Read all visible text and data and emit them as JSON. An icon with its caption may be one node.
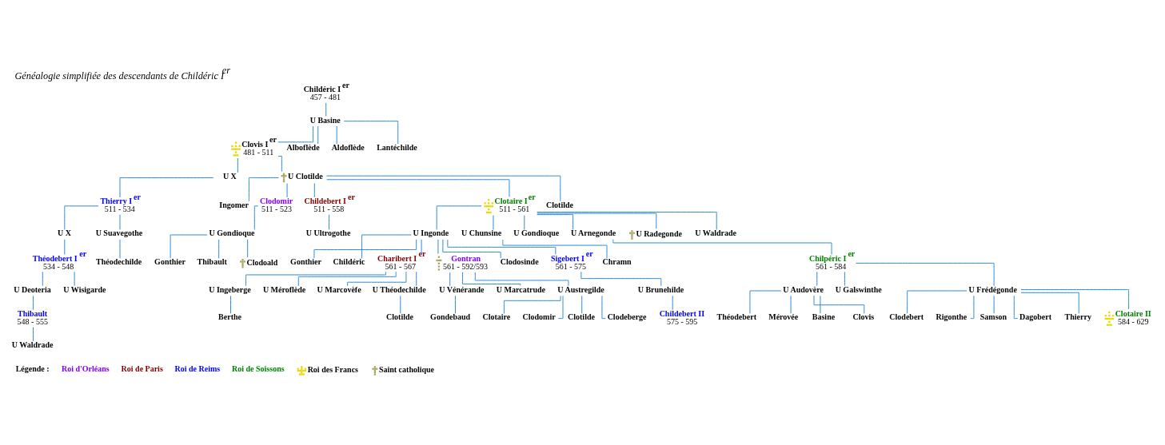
{
  "diagram": {
    "title": "Généalogie simplifiée des descendants de Childéric I$^{er}$",
    "nodes": [
      {
        "text": [
          "Childéric I$^{er}$",
          "457 - 481"
        ]
      },
      {
        "text": [
          "U Basine"
        ]
      },
      {
        "text": [
          "Clovis I$^{er}$",
          "481 - 511"
        ]
      },
      {
        "text": [
          "Alboflède"
        ]
      },
      {
        "text": [
          "Aldoflède"
        ]
      },
      {
        "text": [
          "Lantéchilde"
        ]
      },
      {
        "text": [
          "U X"
        ]
      },
      {
        "text": [
          "U Clotilde"
        ]
      },
      {
        "text": [
          "Thierry I$^{er}$",
          "511 - 534"
        ]
      },
      {
        "text": [
          "Ingomer"
        ]
      },
      {
        "text": [
          "Clodomir",
          "511 - 523"
        ]
      },
      {
        "text": [
          "Childebert I$^{er}$",
          "511 - 558"
        ]
      },
      {
        "text": [
          "Clotaire I$^{er}$",
          "511 - 561"
        ]
      },
      {
        "text": [
          "Clotilde"
        ]
      },
      {
        "text": [
          "U X"
        ]
      },
      {
        "text": [
          "U Suavegothe"
        ]
      },
      {
        "text": [
          "U Gondioque"
        ]
      },
      {
        "text": [
          "U Ultrogothe"
        ]
      },
      {
        "text": [
          "U Ingonde"
        ]
      },
      {
        "text": [
          "U Chunsine"
        ]
      },
      {
        "text": [
          "U Gondioque"
        ]
      },
      {
        "text": [
          "U Arnegonde"
        ]
      },
      {
        "text": [
          "U Radegonde"
        ]
      },
      {
        "text": [
          "U Waldrade"
        ]
      },
      {
        "text": [
          "Théodebert I$^{er}$",
          "534 - 548"
        ]
      },
      {
        "text": [
          "Théodechilde"
        ]
      },
      {
        "text": [
          "Gonthier"
        ]
      },
      {
        "text": [
          "Thibault"
        ]
      },
      {
        "text": [
          "Clodoald"
        ]
      },
      {
        "text": [
          "Gonthier"
        ]
      },
      {
        "text": [
          "Childéric"
        ]
      },
      {
        "text": [
          "Charibert I$^{er}$",
          "561 - 567"
        ]
      },
      {
        "text": [
          "Gontran",
          "561 - 592/593"
        ]
      },
      {
        "text": [
          "Clodosinde"
        ]
      },
      {
        "text": [
          "Sigebert I$^{er}$",
          "561 - 575"
        ]
      },
      {
        "text": [
          "Chramn"
        ]
      },
      {
        "text": [
          "Chilpéric I$^{er}$",
          "561 - 584"
        ]
      },
      {
        "text": [
          "U Deoteria"
        ]
      },
      {
        "text": [
          "U Wisigarde"
        ]
      },
      {
        "text": [
          "U Ingeberge"
        ]
      },
      {
        "text": [
          "U Méroflède"
        ]
      },
      {
        "text": [
          "U Marcovèfe"
        ]
      },
      {
        "text": [
          "U Théodechilde"
        ]
      },
      {
        "text": [
          "U Brunehilde"
        ]
      },
      {
        "text": [
          "U Audovère"
        ]
      },
      {
        "text": [
          "U Galswinthe"
        ]
      },
      {
        "text": [
          "U Frédégonde"
        ]
      },
      {
        "text": [
          "Thibault",
          "548 - 555"
        ]
      },
      {
        "text": [
          "Berthe"
        ]
      },
      {
        "text": [
          "Clotilde"
        ]
      },
      {
        "text": [
          "Childebert II",
          "575 - 595"
        ]
      },
      {
        "text": [
          "Théodebert"
        ]
      },
      {
        "text": [
          "Mérovée"
        ]
      },
      {
        "text": [
          "Basine"
        ]
      },
      {
        "text": [
          "Clovis"
        ]
      },
      {
        "text": [
          "U Waldrade"
        ]
      },
      {
        "text": [
          "U Vénérande"
        ]
      },
      {
        "text": [
          "U Marcatrude"
        ]
      },
      {
        "text": [
          "U Austregilde"
        ]
      },
      {
        "text": [
          "Gondebaud"
        ]
      },
      {
        "text": [
          "Clotaire"
        ]
      },
      {
        "text": [
          "Clodomir"
        ]
      },
      {
        "text": [
          "Clotilde"
        ]
      },
      {
        "text": [
          "Clodeberge"
        ]
      },
      {
        "text": [
          "Clodebert"
        ]
      },
      {
        "text": [
          "Rigonthe"
        ]
      },
      {
        "text": [
          "Samson"
        ]
      },
      {
        "text": [
          "Dagobert"
        ]
      },
      {
        "text": [
          "Thierry"
        ]
      },
      {
        "text": [
          "Clotaire II",
          "584 - 629"
        ]
      }
    ],
    "edges": [
      {
        "from": 0,
        "to": 1,
        "arrow": "none"
      },
      {
        "from": 1,
        "to": 2,
        "arrow": "none"
      },
      {
        "from": 1,
        "to": 3,
        "arrow": "none"
      },
      {
        "from": 1,
        "to": 4,
        "arrow": "none"
      },
      {
        "from": 1,
        "to": 5,
        "arrow": "none"
      },
      {
        "from": 2,
        "to": 6,
        "arrow": "none"
      },
      {
        "from": 2,
        "to": 7,
        "arrow": "none"
      },
      {
        "from": 6,
        "to": 8,
        "arrow": "none"
      },
      {
        "from": 7,
        "to": 9,
        "arrow": "none"
      },
      {
        "from": 7,
        "to": 10,
        "arrow": "none"
      },
      {
        "from": 7,
        "to": 11,
        "arrow": "none"
      },
      {
        "from": 7,
        "to": 12,
        "arrow": "none"
      },
      {
        "from": 7,
        "to": 13,
        "arrow": "none"
      },
      {
        "from": 8,
        "to": 14,
        "arrow": "none"
      },
      {
        "from": 8,
        "to": 15,
        "arrow": "none"
      },
      {
        "from": 10,
        "to": 16,
        "arrow": "none"
      },
      {
        "from": 11,
        "to": 17,
        "arrow": "none"
      },
      {
        "from": 12,
        "to": 18,
        "arrow": "none"
      },
      {
        "from": 12,
        "to": 19,
        "arrow": "none"
      },
      {
        "from": 12,
        "to": 20,
        "arrow": "none"
      },
      {
        "from": 12,
        "to": 21,
        "arrow": "none"
      },
      {
        "from": 12,
        "to": 22,
        "arrow": "none"
      },
      {
        "from": 12,
        "to": 23,
        "arrow": "none"
      },
      {
        "from": 14,
        "to": 24,
        "arrow": "none"
      },
      {
        "from": 15,
        "to": 25,
        "arrow": "none"
      },
      {
        "from": 16,
        "to": 26,
        "arrow": "none"
      },
      {
        "from": 16,
        "to": 27,
        "arrow": "none"
      },
      {
        "from": 16,
        "to": 28,
        "arrow": "none"
      },
      {
        "from": 18,
        "to": 29,
        "arrow": "none"
      },
      {
        "from": 18,
        "to": 30,
        "arrow": "none"
      },
      {
        "from": 18,
        "to": 31,
        "arrow": "none"
      },
      {
        "from": 18,
        "to": 32,
        "arrow": "none"
      },
      {
        "from": 18,
        "to": 33,
        "arrow": "none"
      },
      {
        "from": 18,
        "to": 34,
        "arrow": "none"
      },
      {
        "from": 19,
        "to": 35,
        "arrow": "none"
      },
      {
        "from": 21,
        "to": 36,
        "arrow": "none"
      },
      {
        "from": 24,
        "to": 37,
        "arrow": "none"
      },
      {
        "from": 24,
        "to": 38,
        "arrow": "none"
      },
      {
        "from": 31,
        "to": 39,
        "arrow": "none"
      },
      {
        "from": 31,
        "to": 40,
        "arrow": "none"
      },
      {
        "from": 31,
        "to": 41,
        "arrow": "none"
      },
      {
        "from": 31,
        "to": 42,
        "arrow": "none"
      },
      {
        "from": 34,
        "to": 43,
        "arrow": "none"
      },
      {
        "from": 36,
        "to": 44,
        "arrow": "none"
      },
      {
        "from": 36,
        "to": 45,
        "arrow": "none"
      },
      {
        "from": 36,
        "to": 46,
        "arrow": "none"
      },
      {
        "from": 37,
        "to": 47,
        "arrow": "none"
      },
      {
        "from": 39,
        "to": 48,
        "arrow": "none"
      },
      {
        "from": 42,
        "to": 49,
        "arrow": "none"
      },
      {
        "from": 43,
        "to": 50,
        "arrow": "none"
      },
      {
        "from": 44,
        "to": 51,
        "arrow": "none"
      },
      {
        "from": 44,
        "to": 52,
        "arrow": "none"
      },
      {
        "from": 44,
        "to": 53,
        "arrow": "none"
      },
      {
        "from": 44,
        "to": 54,
        "arrow": "none"
      },
      {
        "from": 47,
        "to": 55,
        "arrow": "none"
      },
      {
        "from": 32,
        "to": 56,
        "arrow": "none"
      },
      {
        "from": 32,
        "to": 57,
        "arrow": "none"
      },
      {
        "from": 32,
        "to": 58,
        "arrow": "none"
      },
      {
        "from": 56,
        "to": 59,
        "arrow": "none"
      },
      {
        "from": 58,
        "to": 60,
        "arrow": "none"
      },
      {
        "from": 58,
        "to": 61,
        "arrow": "none"
      },
      {
        "from": 58,
        "to": 62,
        "arrow": "none"
      },
      {
        "from": 58,
        "to": 63,
        "arrow": "none"
      },
      {
        "from": 46,
        "to": 64,
        "arrow": "none"
      },
      {
        "from": 46,
        "to": 65,
        "arrow": "none"
      },
      {
        "from": 46,
        "to": 66,
        "arrow": "none"
      },
      {
        "from": 46,
        "to": 67,
        "arrow": "none"
      },
      {
        "from": 46,
        "to": 68,
        "arrow": "none"
      },
      {
        "from": 46,
        "to": 69,
        "arrow": "none"
      }
    ],
    "labels": [
      "Légende :"
    ],
    "legend": [
      {
        "text": "Roi d'Orléans",
        "color": "#8000ff"
      },
      {
        "text": "Roi de Paris",
        "color": "#800000"
      },
      {
        "text": "Roi de Reims",
        "color": "#0000ff"
      },
      {
        "text": "Roi de Soissons",
        "color": "#008000"
      },
      {
        "text": "Roi des Francs"
      },
      {
        "text": "Saint catholique"
      }
    ]
  }
}
